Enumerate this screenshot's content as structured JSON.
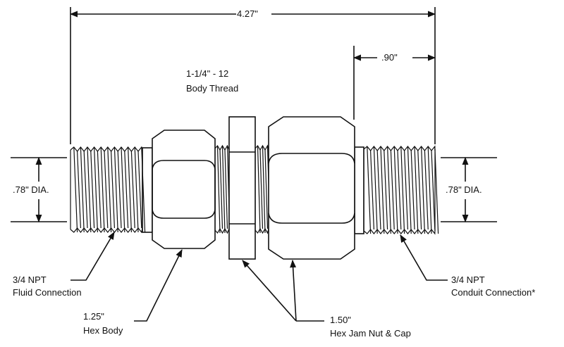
{
  "dimensions": {
    "overall_length": "4.27\"",
    "conduit_thread_length": ".90\"",
    "left_diameter": ".78\" DIA.",
    "right_diameter": ".78\" DIA."
  },
  "body_thread": {
    "line1": "1-1/4\" - 12",
    "line2": "Body Thread"
  },
  "callouts": {
    "fluid": {
      "line1": "3/4 NPT",
      "line2": "Fluid Connection"
    },
    "hex_body": {
      "line1": "1.25\"",
      "line2": "Hex Body"
    },
    "jam_nut": {
      "line1": "1.50\"",
      "line2": "Hex Jam Nut & Cap"
    },
    "conduit": {
      "line1": "3/4 NPT",
      "line2": "Conduit Connection*"
    }
  }
}
